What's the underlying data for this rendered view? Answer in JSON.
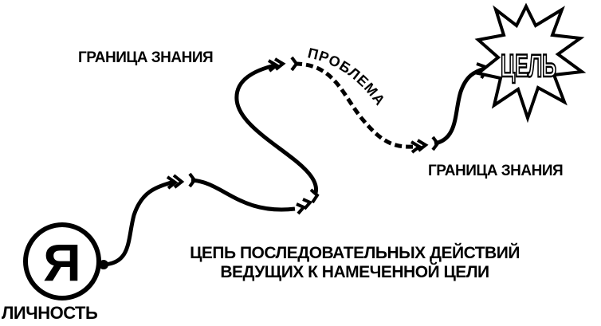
{
  "labels": {
    "knowledge_boundary_top": "ГРАНИЦА ЗНАНИЯ",
    "knowledge_boundary_bottom": "ГРАНИЦА ЗНАНИЯ",
    "problem": "ПРОБЛЕМА",
    "goal": "ЦЕЛЬ",
    "self": "Я",
    "person": "ЛИЧНОСТЬ",
    "chain_line1": "ЦЕПЬ ПОСЛЕДОВАТЕЛЬНЫХ ДЕЙСТВИЙ",
    "chain_line2": "ВЕДУЩИХ К НАМЕЧЕННОЙ ЦЕЛИ"
  },
  "colors": {
    "ink": "#000000",
    "background": "#ffffff"
  }
}
